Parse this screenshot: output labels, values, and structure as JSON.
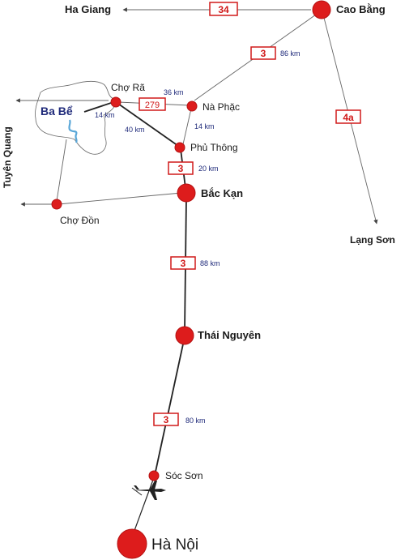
{
  "colors": {
    "city_fill": "#dd1c1c",
    "city_stroke": "#b51212",
    "road_main": "#222222",
    "road_minor": "#777777",
    "shield_red": "#d11a1a",
    "distance_text": "#1f2a7a",
    "lake_outline": "#555555",
    "lake_water": "#5aa7d8"
  },
  "cities": {
    "cao_bang": "Cao Bằng",
    "ha_giang": "Ha Giang",
    "cho_ra": "Chợ Rã",
    "na_phac": "Nà Phặc",
    "phu_thong": "Phủ Thông",
    "bac_kan": "Bắc Kạn",
    "cho_don": "Chợ Đồn",
    "tuyen_quang": "Tuyên Quang",
    "lang_son": "Lạng Sơn",
    "thai_nguyen": "Thái Nguyên",
    "soc_son": "Sóc Sơn",
    "ha_noi": "Hà Nội",
    "ba_be": "Ba Bể"
  },
  "routes": {
    "r34": "34",
    "r3": "3",
    "r279": "279",
    "r4a": "4a"
  },
  "distances": {
    "cao_bang_na_phac": "86 km",
    "cho_ra_na_phac": "36 km",
    "ba_be_cho_ra": "14 km",
    "cho_ra_phu_thong": "40 km",
    "na_phac_phu_thong": "14 km",
    "phu_thong_bac_kan": "20 km",
    "bac_kan_thai_nguyen": "88 km",
    "thai_nguyen_soc_son": "80 km"
  },
  "icons": {
    "airport": "airplane-icon"
  }
}
